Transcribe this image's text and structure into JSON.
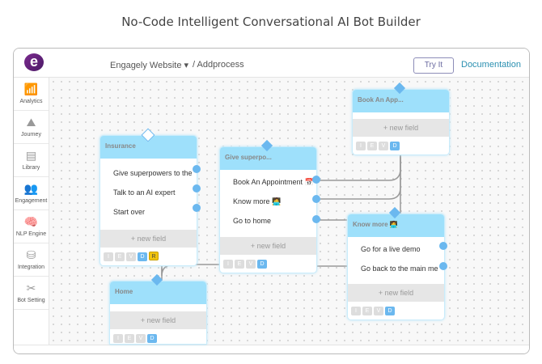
{
  "page_title": "No-Code Intelligent Conversational AI Bot Builder",
  "header": {
    "logo": "e",
    "workspace": "Engagely Website",
    "path": "/ Addprocess",
    "try_it": "Try It",
    "documentation": "Documentation"
  },
  "sidebar": [
    {
      "label": "Analytics",
      "icon": "📶"
    },
    {
      "label": "Journey",
      "icon": "⛰"
    },
    {
      "label": "Library",
      "icon": "▤"
    },
    {
      "label": "Engagement",
      "icon": "👥"
    },
    {
      "label": "NLP Engine",
      "icon": "🧠"
    },
    {
      "label": "Integration",
      "icon": "⛁"
    },
    {
      "label": "Bot Setting",
      "icon": "✂"
    }
  ],
  "new_field": "+ new field",
  "badges": {
    "i": "I",
    "e": "E",
    "v": "V",
    "d": "D",
    "r": "R"
  },
  "nodes": {
    "insurance": {
      "title": "Insurance",
      "rows": [
        "Give superpowers to the",
        "Talk to an AI expert",
        "Start over"
      ]
    },
    "give": {
      "title": "Give superpo...",
      "rows": [
        "Book An Appointment 📅",
        "Know more 🧑‍💻",
        "Go to home"
      ]
    },
    "book": {
      "title": "Book An App..."
    },
    "know": {
      "title": "Know more 🧑‍💻",
      "rows": [
        "Go for a live demo",
        "Go back to the main me"
      ]
    },
    "home": {
      "title": "Home"
    }
  }
}
